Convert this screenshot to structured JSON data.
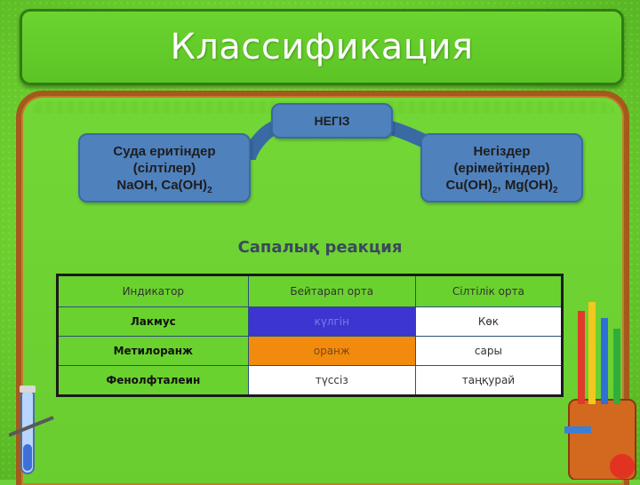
{
  "title": "Классификация",
  "diagram": {
    "center_box": "НЕГІЗ",
    "left_box": {
      "line1": "Суда еритіндер",
      "line2": "(сілтілер)",
      "line3_a": "NaOH, Ca(OH)",
      "line3_sub": "2"
    },
    "right_box": {
      "line1": "Негіздер",
      "line2": "(ерімейтіндер)",
      "line3_a": "Cu(OH)",
      "line3_sub1": "2",
      "line3_b": ", Mg(OH)",
      "line3_sub2": "2"
    }
  },
  "subtitle": "Сапалық реакция",
  "table": {
    "headers": [
      "Индикатор",
      "Бейтарап орта",
      "Сілтілік орта"
    ],
    "rows": [
      {
        "indicator": "Лакмус",
        "neutral": "күлгін",
        "alkaline": "Көк",
        "neutral_color": "#3d35d0"
      },
      {
        "indicator": "Метилоранж",
        "neutral": "оранж",
        "alkaline": "сары",
        "neutral_color": "#f28a0e"
      },
      {
        "indicator": "Фенолфталеин",
        "neutral": "түссіз",
        "alkaline": "таңқурай"
      }
    ]
  },
  "colors": {
    "background": "#6fd23a",
    "box_blue": "#4f81bd",
    "frame_brown": "#a45a1c"
  }
}
